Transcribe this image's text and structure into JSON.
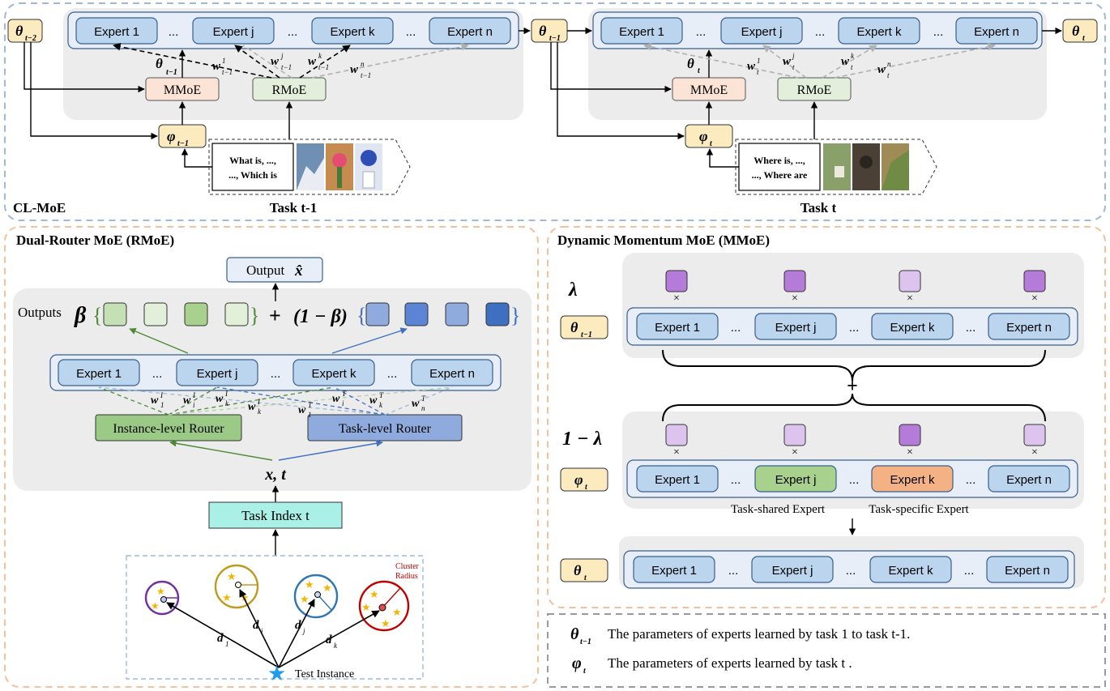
{
  "top": {
    "section_label": "CL-MoE",
    "task_prev_label": "Task t-1",
    "task_cur_label": "Task t",
    "theta_t_minus_2": "θ",
    "theta_t_minus_2_sub": "t−2",
    "theta_t_minus_1": "θ",
    "theta_t_minus_1_sub": "t−1",
    "theta_t": "θ",
    "theta_t_sub": "t",
    "phi": "φ",
    "phi_t_minus_1_sub": "t−1",
    "phi_t_sub": "t",
    "experts": [
      "Expert 1",
      "...",
      "Expert j",
      "...",
      "Expert k",
      "...",
      "Expert n"
    ],
    "mmoe_label": "MMoE",
    "rmoe_label": "RMoE",
    "weights_prev": [
      {
        "base": "w",
        "sup": "1",
        "sub": "t−1"
      },
      {
        "base": "w",
        "sup": "j",
        "sub": "t−1"
      },
      {
        "base": "w",
        "sup": "k",
        "sub": "t−1"
      },
      {
        "base": "w",
        "sup": "n",
        "sub": "t−1"
      }
    ],
    "weights_cur": [
      {
        "base": "w",
        "sup": "1",
        "sub": "t"
      },
      {
        "base": "w",
        "sup": "j",
        "sub": "t"
      },
      {
        "base": "w",
        "sup": "k",
        "sub": "t"
      },
      {
        "base": "w",
        "sup": "n",
        "sub": "t"
      }
    ],
    "question_prev": [
      "What is, ...,",
      "..., Which is"
    ],
    "question_cur": [
      "Where is, ...,",
      "..., Where are"
    ]
  },
  "rmoe": {
    "title": "Dual-Router MoE (RMoE)",
    "output_label": "Output",
    "output_symbol": "x̂",
    "outputs_label": "Outputs",
    "beta": "β",
    "plus": "+",
    "one_minus_beta": "(1 − β)",
    "experts": [
      "Expert 1",
      "...",
      "Expert j",
      "...",
      "Expert k",
      "...",
      "Expert n"
    ],
    "instance_router": "Instance-level Router",
    "task_router": "Task-level Router",
    "input_label": "x, t",
    "task_index": "Task Index t",
    "cluster_radius": [
      "Cluster",
      "Radius"
    ],
    "distances": [
      {
        "base": "d",
        "sub": "1"
      },
      {
        "base": "d",
        "sub": "i"
      },
      {
        "base": "d",
        "sub": "j"
      },
      {
        "base": "d",
        "sub": "k"
      }
    ],
    "test_instance": "Test Instance",
    "instance_weights": [
      {
        "base": "w",
        "sup": "I",
        "sub": "1"
      },
      {
        "base": "w",
        "sup": "I",
        "sub": "i"
      },
      {
        "base": "w",
        "sup": "I",
        "sub": "k"
      },
      {
        "base": "w",
        "sup": "I",
        "sub": "k"
      }
    ],
    "task_weights": [
      {
        "base": "w",
        "sup": "T",
        "sub": "1"
      },
      {
        "base": "w",
        "sup": "T",
        "sub": "i"
      },
      {
        "base": "w",
        "sup": "T",
        "sub": "k"
      },
      {
        "base": "w",
        "sup": "T",
        "sub": "n"
      }
    ]
  },
  "mmoe": {
    "title": "Dynamic Momentum MoE (MMoE)",
    "lambda": "λ",
    "one_minus_lambda": "1 − λ",
    "plus": "+",
    "theta": "θ",
    "theta_prev_sub": "t−1",
    "theta_t_sub": "t",
    "phi": "φ",
    "phi_sub": "t",
    "experts": [
      "Expert 1",
      "...",
      "Expert j",
      "...",
      "Expert k",
      "...",
      "Expert n"
    ],
    "task_shared": "Task-shared Expert",
    "task_specific": "Task-specific Expert",
    "times": "×"
  },
  "legend": {
    "items": [
      {
        "symbol": "θ",
        "sub": "t−1",
        "text": "The parameters of experts learned by task 1 to task t-1."
      },
      {
        "symbol": "φ",
        "sub": "t",
        "text": "The parameters of experts learned by task t ."
      }
    ]
  },
  "colors": {
    "expert_fill": "#bcd5ee",
    "expert_stroke": "#3a5f8a",
    "panel_gray": "#ececec",
    "expert_row_fill": "#e7eef7",
    "param_fill": "#fdebc0",
    "mmoe_fill": "#fbe3d6",
    "rmoe_fill": "#e3efda",
    "green_router": "#9bc986",
    "blue_router": "#8faadc",
    "task_index_fill": "#aaf0e6",
    "shared_expert": "#a9d18e",
    "specific_expert": "#f4b183",
    "purple_dark": "#b57bd8",
    "purple_light": "#dcc4ee",
    "dashed_blue": "#9fb8dc",
    "dashed_orange": "#f4c19a",
    "dashed_gray": "#9a9a9a"
  }
}
